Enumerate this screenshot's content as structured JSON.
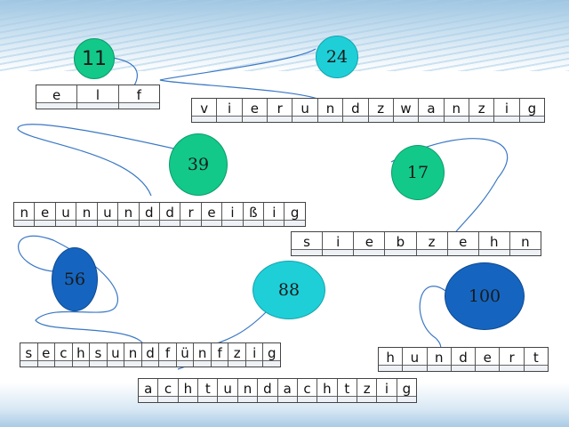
{
  "numbers": [
    {
      "id": "11",
      "label": "11",
      "color": "#12c98a"
    },
    {
      "id": "24",
      "label": "24",
      "color": "#1fcfd8"
    },
    {
      "id": "39",
      "label": "39",
      "color": "#12c98a"
    },
    {
      "id": "17",
      "label": "17",
      "color": "#12c98a"
    },
    {
      "id": "56",
      "label": "56",
      "color": "#1565c0"
    },
    {
      "id": "88",
      "label": "88",
      "color": "#1fcfd8"
    },
    {
      "id": "100",
      "label": "100",
      "color": "#1565c0"
    }
  ],
  "words": [
    {
      "id": "elf",
      "letters": [
        "e",
        "l",
        "f"
      ]
    },
    {
      "id": "vierundzwanzig",
      "letters": [
        "v",
        "i",
        "e",
        "r",
        "u",
        "n",
        "d",
        "z",
        "w",
        "a",
        "n",
        "z",
        "i",
        "g"
      ]
    },
    {
      "id": "neunundneunzig",
      "letters": [
        "n",
        "e",
        "u",
        "n",
        "u",
        "n",
        "d",
        "d",
        "r",
        "e",
        "i",
        "ß",
        "i",
        "g"
      ]
    },
    {
      "id": "siebzehn",
      "letters": [
        "s",
        "i",
        "e",
        "b",
        "z",
        "e",
        "h",
        "n"
      ]
    },
    {
      "id": "sechsundfuenfzig",
      "letters": [
        "s",
        "e",
        "c",
        "h",
        "s",
        "u",
        "n",
        "d",
        "f",
        "ü",
        "n",
        "f",
        "z",
        "i",
        "g"
      ]
    },
    {
      "id": "hundert",
      "letters": [
        "h",
        "u",
        "n",
        "d",
        "e",
        "r",
        "t"
      ]
    },
    {
      "id": "achtundachtzig",
      "letters": [
        "a",
        "c",
        "h",
        "t",
        "u",
        "n",
        "d",
        "a",
        "c",
        "h",
        "t",
        "z",
        "i",
        "g"
      ]
    }
  ],
  "colors": {
    "line": "#3a78c4",
    "border": "#444444"
  }
}
